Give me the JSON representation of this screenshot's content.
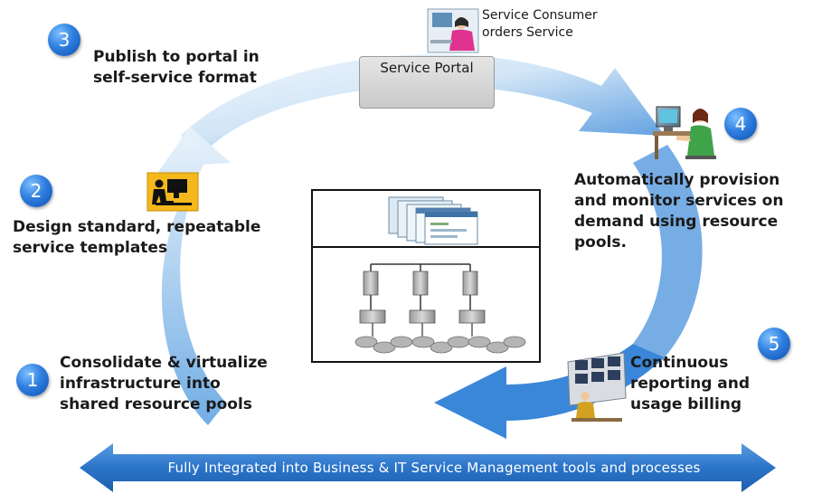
{
  "steps": [
    {
      "number": "1",
      "label_lines": [
        "Consolidate & virtualize",
        "infrastructure into",
        "shared resource pools"
      ]
    },
    {
      "number": "2",
      "label_lines": [
        "Design standard, repeatable",
        "service templates"
      ]
    },
    {
      "number": "3",
      "label_lines": [
        "Publish to portal in",
        "self-service format"
      ]
    },
    {
      "number": "4",
      "label_lines": [
        "Automatically provision",
        "and monitor services on",
        "demand using resource",
        "pools."
      ]
    },
    {
      "number": "5",
      "label_lines": [
        "Continuous",
        "reporting and",
        "usage billing"
      ]
    }
  ],
  "consumer": {
    "lines": [
      "Service Consumer",
      "orders Service"
    ]
  },
  "portal": {
    "title": "Service Portal"
  },
  "bottom_banner": {
    "text": "Fully Integrated into Business & IT Service Management tools and processes"
  },
  "colors": {
    "cycle_light": "#dcecf9",
    "cycle_dark": "#3a86d8",
    "banner": "#2b74c9",
    "badge": "#2f7fe0"
  },
  "icons": [
    "service-consumer-icon",
    "designer-workstation-icon",
    "operator-workstation-icon",
    "control-room-icon",
    "server-pool-icon",
    "service-template-icon"
  ]
}
